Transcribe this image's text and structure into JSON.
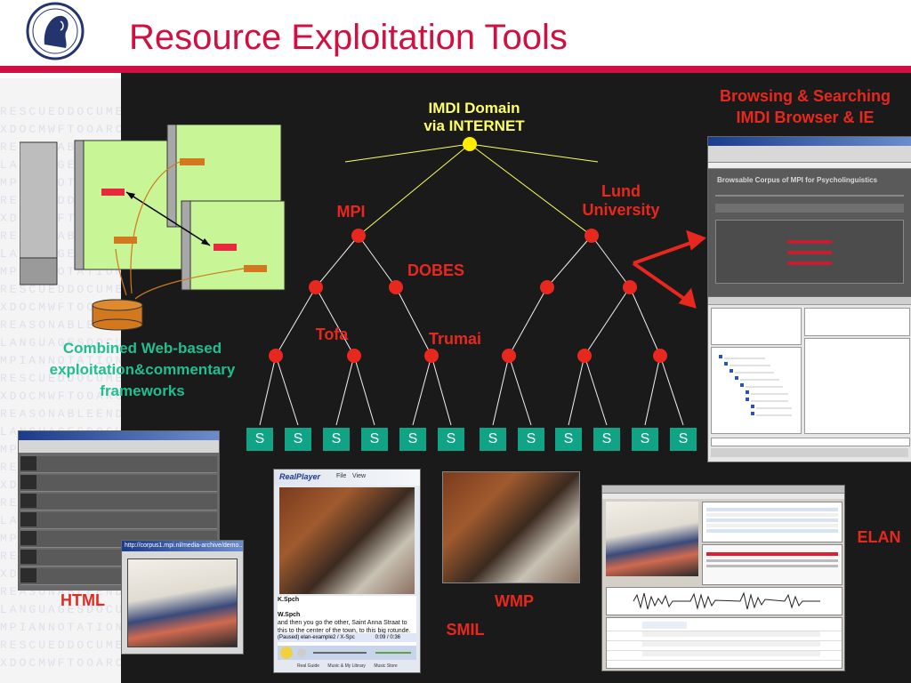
{
  "title": "Resource Exploitation Tools",
  "watermark_lines": [
    "RESCUEDDOCUMENTATIONARCHIVE",
    "XDOCMWFTOOARCMIVEDATA",
    "REASONABLEENDANGERED",
    "LANGUAGESDOCUMENTATION",
    "MPIANNOTATIONARCHIVE"
  ],
  "tree": {
    "root_label_line1": "IMDI Domain",
    "root_label_line2": "via INTERNET",
    "mpi_label": "MPI",
    "lund_label_line1": "Lund",
    "lund_label_line2": "University",
    "dobes_label": "DOBES",
    "tofa_label": "Tofa",
    "trumai_label": "Trumai",
    "leaf_label": "S",
    "leaf_count": 12
  },
  "framework": {
    "caption_line1": "Combined Web-based",
    "caption_line2": "exploitation&commentary",
    "caption_line3": "frameworks"
  },
  "browsing": {
    "caption_line1": "Browsing & Searching",
    "caption_line2": "IMDI Browser & IE",
    "ie_heading": "Browsable Corpus of MPI for Psycholinguistics"
  },
  "tools": {
    "html_label": "HTML",
    "smil_label": "SMIL",
    "wmp_label": "WMP",
    "elan_label": "ELAN"
  },
  "html_shot": {
    "popup_title": "http://corpus1.mpi.nl/media-archive/demo..."
  },
  "smil_shot": {
    "player_brand": "RealPlayer",
    "menu_file": "File",
    "menu_view": "View",
    "speaker1": "K.Spch",
    "speaker2": "W.Spch",
    "transcript": "and then you go the other, Saint Anna Straat to this to the center of the town, to this big rotunde.",
    "status": "(Paused) elan-example2 / X-Spc",
    "time": "0:09 / 0:36",
    "footer1": "Real Guide",
    "footer2": "Music & My Library",
    "footer3": "Music Store"
  },
  "colors": {
    "title": "#d01040",
    "node": "#e8281e",
    "root_node": "#ffee00",
    "leaf_box": "#11a386",
    "label_red": "#e8281e",
    "label_yellow": "#ffff66",
    "label_teal": "#1fbf8f"
  }
}
